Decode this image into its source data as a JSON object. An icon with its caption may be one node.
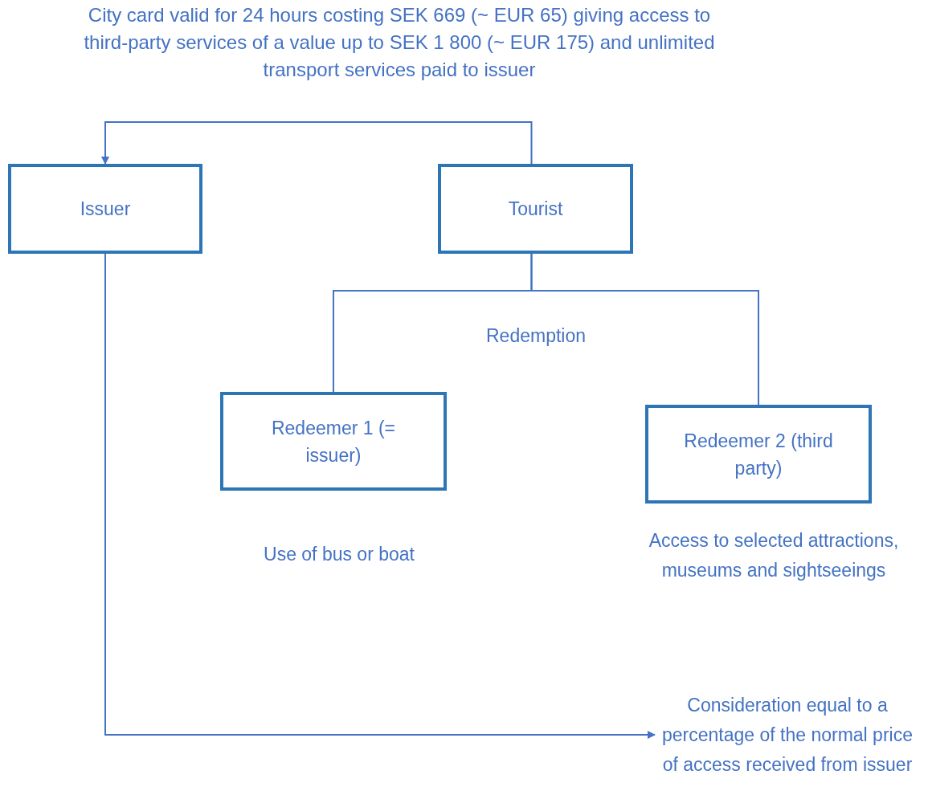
{
  "diagram": {
    "nodes": [
      {
        "text": [
          "Issuer"
        ]
      },
      {
        "text": [
          "Tourist"
        ]
      },
      {
        "text": [
          "Redeemer 1 (= issuer)"
        ],
        "beside": [
          "Use of bus or boat"
        ]
      },
      {
        "text": [
          "Redeemer 2 (third party)"
        ],
        "beside": [
          "Access to selected attractions, museums and sightseeings"
        ]
      },
      {
        "text": [
          "Consideration equal to a percentage of the normal price of access received from issuer"
        ]
      }
    ],
    "edges": [
      {
        "from": 1,
        "to": 0,
        "arrow": "to",
        "label": "City card valid for 24 hours costing SEK 669 (~ EUR 65) giving access to third-party services of a value up to SEK 1 800 (~ EUR 175) and unlimited transport services paid to issuer"
      },
      {
        "from": 1,
        "to": 2,
        "arrow": "none"
      },
      {
        "from": 1,
        "to": 3,
        "arrow": "none"
      },
      {
        "from": 0,
        "to": 4,
        "arrow": "to"
      }
    ],
    "labels": [
      "Redemption"
    ]
  }
}
